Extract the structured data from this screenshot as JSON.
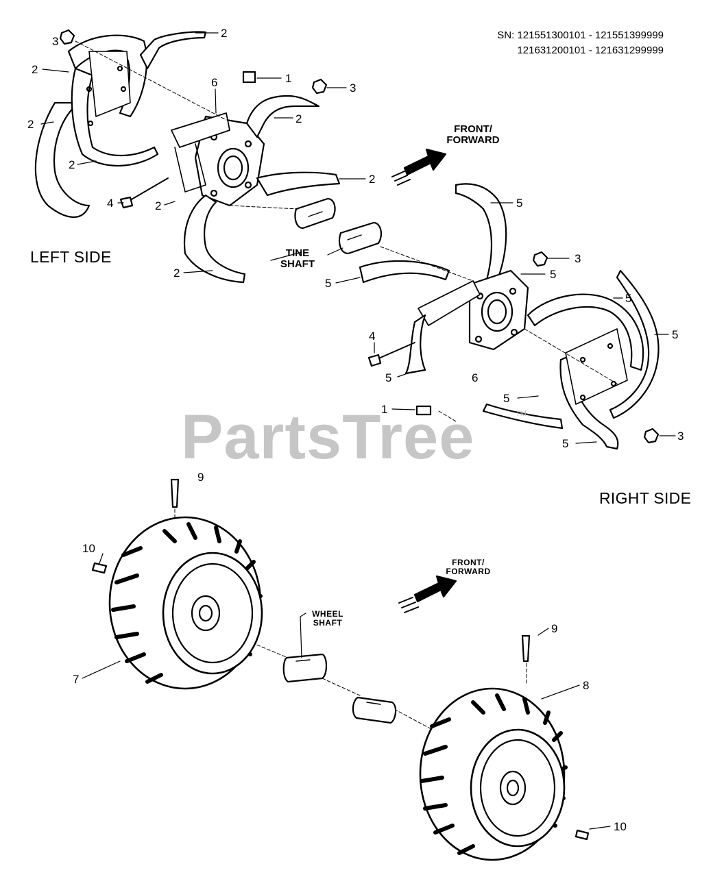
{
  "serial_numbers": {
    "line1": "SN: 121551300101 - 121551399999",
    "line2": "121631200101 - 121631299999"
  },
  "section_labels": {
    "left_side": "LEFT SIDE",
    "right_side": "RIGHT SIDE"
  },
  "captions": {
    "front_forward_top": [
      "FRONT/",
      "FORWARD"
    ],
    "front_forward_bottom": [
      "FRONT/",
      "FORWARD"
    ],
    "tine_shaft": [
      "TINE",
      "SHAFT"
    ],
    "wheel_shaft": [
      "WHEEL",
      "SHAFT"
    ]
  },
  "callouts": {
    "c1": "2",
    "c2": "3",
    "c3": "2",
    "c4": "2",
    "c5": "1",
    "c6": "6",
    "c7": "3",
    "c8": "2",
    "c9": "2",
    "c10": "2",
    "c11": "4",
    "c12": "2",
    "c13": "2",
    "c14": "5",
    "c15": "3",
    "c16": "5",
    "c17": "5",
    "c18": "5",
    "c19": "5",
    "c20": "4",
    "c21": "6",
    "c22": "5",
    "c23": "1",
    "c24": "5",
    "c25": "3",
    "c26": "5",
    "c27": "9",
    "c28": "10",
    "c29": "7",
    "c30": "9",
    "c31": "8",
    "c32": "10"
  },
  "watermark": {
    "text": "PartsTree",
    "tm": "TM"
  },
  "colors": {
    "ink": "#000000",
    "watermark": "#bdbdbd",
    "background": "#ffffff"
  }
}
